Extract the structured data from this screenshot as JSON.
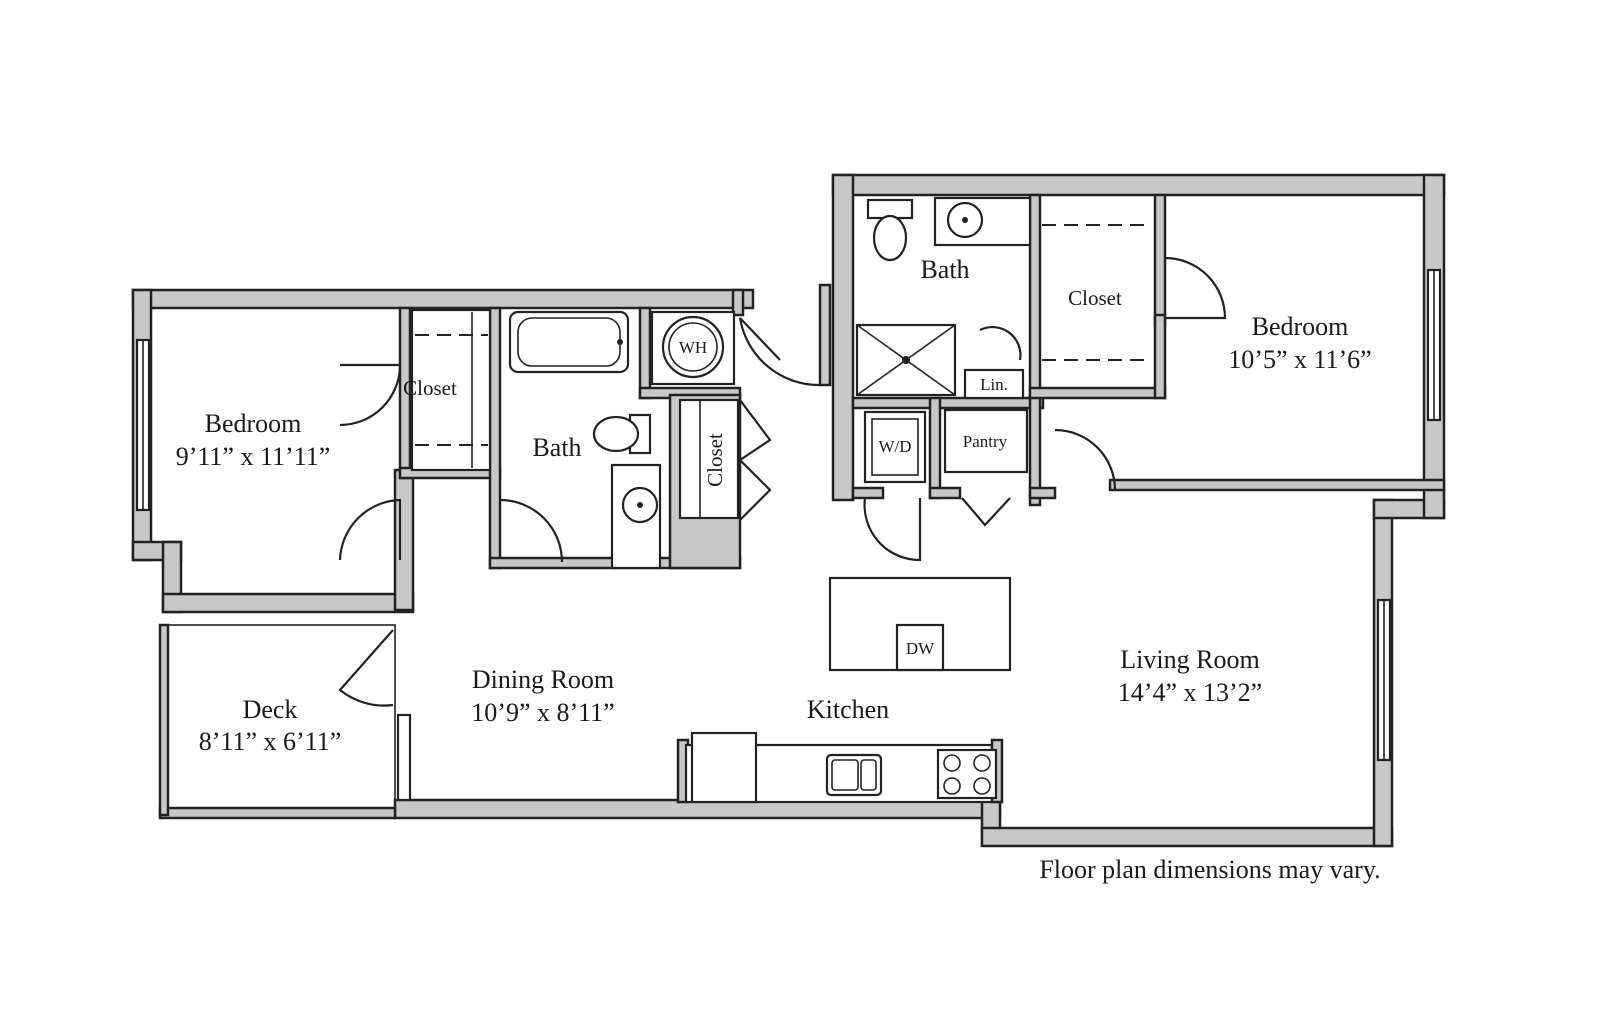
{
  "rooms": {
    "bedroom_left": {
      "name": "Bedroom",
      "dims": "9’11” x 11’11”"
    },
    "closet_left": {
      "name": "Closet"
    },
    "bath_left": {
      "name": "Bath"
    },
    "water_heater": {
      "name": "WH"
    },
    "closet_hall": {
      "name": "Closet"
    },
    "bath_right": {
      "name": "Bath"
    },
    "closet_right": {
      "name": "Closet"
    },
    "bedroom_right": {
      "name": "Bedroom",
      "dims": "10’5” x 11’6”"
    },
    "linen": {
      "name": "Lin."
    },
    "washer_dryer": {
      "name": "W/D"
    },
    "pantry": {
      "name": "Pantry"
    },
    "dishwasher": {
      "name": "DW"
    },
    "deck": {
      "name": "Deck",
      "dims": "8’11” x 6’11”"
    },
    "dining_room": {
      "name": "Dining Room",
      "dims": "10’9” x 8’11”"
    },
    "kitchen": {
      "name": "Kitchen"
    },
    "living_room": {
      "name": "Living Room",
      "dims": "14’4” x 13’2”"
    }
  },
  "note": "Floor plan dimensions may vary.",
  "colors": {
    "wall_fill": "#c8c8c8",
    "line": "#222222",
    "background": "#ffffff"
  }
}
